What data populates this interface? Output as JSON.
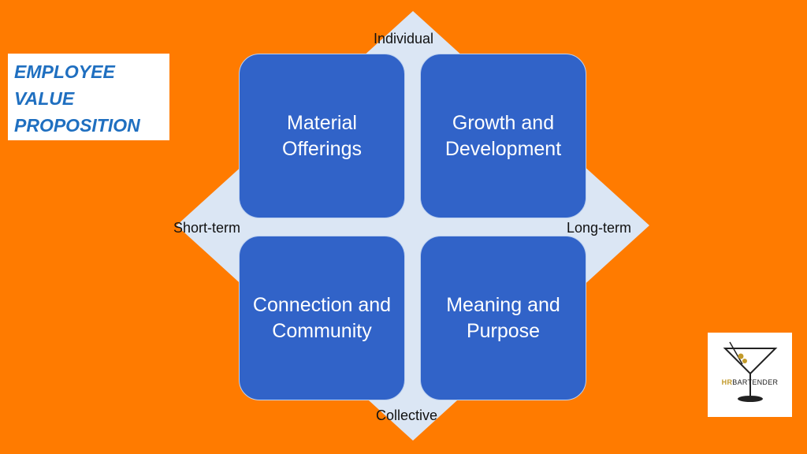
{
  "title": {
    "lines": [
      "EMPLOYEE",
      "VALUE",
      "PROPOSITION"
    ]
  },
  "quadrants": {
    "top_left": "Material Offerings",
    "top_right": "Growth and Development",
    "bottom_left": "Connection and Community",
    "bottom_right": "Meaning and Purpose"
  },
  "axes": {
    "top": "Individual",
    "bottom": "Collective",
    "left": "Short-term",
    "right": "Long-term"
  },
  "logo": {
    "hr": "HR",
    "bartender": "BARTENDER",
    "icon": "martini-glass-icon"
  },
  "colors": {
    "background": "#ff7b00",
    "quadrant_fill": "#3163c8",
    "title_text": "#1f6fc0",
    "diamond_fill": "#dbe6f4"
  }
}
